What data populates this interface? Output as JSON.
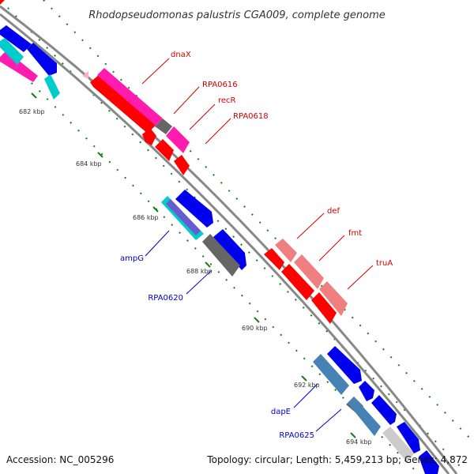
{
  "header": {
    "title": "Rhodopseudomonas palustris CGA009, complete genome"
  },
  "footer": {
    "accession": "Accession: NC_005296",
    "topology": "Topology: circular; Length: 5,459,213 bp; Genes: 4,872"
  },
  "colors": {
    "backbone": "#888888",
    "tick": "#1a7a1a",
    "red_gene": "#ff0000",
    "pink_gene": "#f08080",
    "magenta_gene": "#ff1cae",
    "blue_gene": "#0000ee",
    "gray_gene": "#666666",
    "cyan_gene": "#00cccc",
    "steel_gene": "#4682b4",
    "label_red": "#d40000",
    "label_blue": "#0000cc"
  },
  "kbp_labels": [
    "682 kbp",
    "684 kbp",
    "686 kbp",
    "688 kbp",
    "690 kbp",
    "692 kbp",
    "694 kbp"
  ],
  "gene_labels": {
    "dnaX": "dnaX",
    "RPA0616": "RPA0616",
    "recR": "recR",
    "RPA0618": "RPA0618",
    "def": "def",
    "fmt": "fmt",
    "truA": "truA",
    "ampG": "ampG",
    "RPA0620": "RPA0620",
    "dapE": "dapE",
    "RPA0625": "RPA0625"
  }
}
